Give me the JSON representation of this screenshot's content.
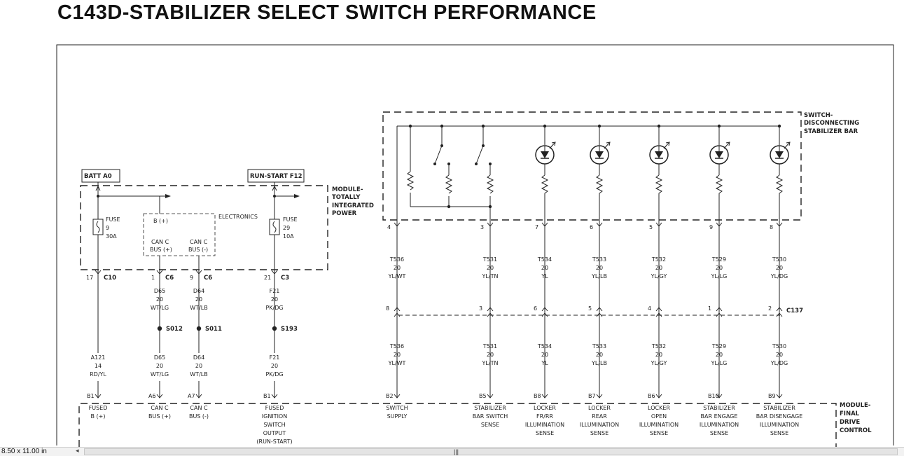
{
  "title": "C143D-STABILIZER SELECT SWITCH PERFORMANCE",
  "status_bar": {
    "page_size": "8.50 x 11.00 in"
  },
  "modules": {
    "tipm": [
      "MODULE-",
      "TOTALLY",
      "INTEGRATED",
      "POWER"
    ],
    "switch": [
      "SWITCH-",
      "DISCONNECTING",
      "STABILIZER BAR"
    ],
    "fdcm": [
      "MODULE-",
      "FINAL",
      "DRIVE",
      "CONTROL"
    ]
  },
  "power_boxes": {
    "batt": "BATT A0",
    "run": "RUN-START  F12"
  },
  "fuses": [
    {
      "l1": "FUSE",
      "l2": "9",
      "l3": "30A"
    },
    {
      "l1": "FUSE",
      "l2": "29",
      "l3": "10A"
    }
  ],
  "electronics": {
    "label": "ELECTRONICS",
    "bplus": "B (+)",
    "can_p1": "CAN C",
    "can_p2": "BUS (+)",
    "can_n1": "CAN C",
    "can_n2": "BUS (-)"
  },
  "tipm_connectors": [
    {
      "pin": "17",
      "conn": "C10"
    },
    {
      "pin": "1",
      "conn": "C6"
    },
    {
      "pin": "9",
      "conn": "C6"
    },
    {
      "pin": "21",
      "conn": "C3"
    }
  ],
  "splices": [
    "S012",
    "S011",
    "S193"
  ],
  "wires_left": [
    {
      "a": "D65",
      "b": "20",
      "c": "WT/LG"
    },
    {
      "a": "D64",
      "b": "20",
      "c": "WT/LB"
    },
    {
      "a": "F21",
      "b": "20",
      "c": "PK/DG"
    }
  ],
  "wires_lower_left": [
    {
      "a": "A121",
      "b": "14",
      "c": "RD/YL"
    },
    {
      "a": "D65",
      "b": "20",
      "c": "WT/LG"
    },
    {
      "a": "D64",
      "b": "20",
      "c": "WT/LB"
    },
    {
      "a": "F21",
      "b": "20",
      "c": "PK/DG"
    }
  ],
  "switch_pins": [
    "4",
    "3",
    "7",
    "6",
    "5",
    "9",
    "8"
  ],
  "right_wires": [
    {
      "a": "T536",
      "b": "20",
      "c": "YL/WT"
    },
    {
      "a": "T531",
      "b": "20",
      "c": "YL/TN"
    },
    {
      "a": "T534",
      "b": "20",
      "c": "YL"
    },
    {
      "a": "T533",
      "b": "20",
      "c": "YL/LB"
    },
    {
      "a": "T532",
      "b": "20",
      "c": "YL/GY"
    },
    {
      "a": "T529",
      "b": "20",
      "c": "YL/LG"
    },
    {
      "a": "T530",
      "b": "20",
      "c": "YL/DG"
    }
  ],
  "c137": {
    "name": "C137",
    "pins": [
      "8",
      "3",
      "6",
      "5",
      "4",
      "1",
      "2"
    ]
  },
  "fdcm_pins": [
    {
      "pin": "B1",
      "l1": "FUSED",
      "l2": "B (+)",
      "l3": "",
      "l4": "",
      "l5": ""
    },
    {
      "pin": "A6",
      "l1": "CAN C",
      "l2": "BUS (+)",
      "l3": "",
      "l4": "",
      "l5": ""
    },
    {
      "pin": "A7",
      "l1": "CAN C",
      "l2": "BUS (-)",
      "l3": "",
      "l4": "",
      "l5": ""
    },
    {
      "pin": "B1",
      "l1": "FUSED",
      "l2": "IGNITION",
      "l3": "SWITCH",
      "l4": "OUTPUT",
      "l5": "(RUN-START)"
    },
    {
      "pin": "B2",
      "l1": "SWITCH",
      "l2": "SUPPLY",
      "l3": "",
      "l4": "",
      "l5": ""
    },
    {
      "pin": "B5",
      "l1": "STABILIZER",
      "l2": "BAR SWITCH",
      "l3": "SENSE",
      "l4": "",
      "l5": ""
    },
    {
      "pin": "B8",
      "l1": "LOCKER",
      "l2": "FR/RR",
      "l3": "ILLUMINATION",
      "l4": "SENSE",
      "l5": ""
    },
    {
      "pin": "B7",
      "l1": "LOCKER",
      "l2": "REAR",
      "l3": "ILLUMINATION",
      "l4": "SENSE",
      "l5": ""
    },
    {
      "pin": "B6",
      "l1": "LOCKER",
      "l2": "OPEN",
      "l3": "ILLUMINATION",
      "l4": "SENSE",
      "l5": ""
    },
    {
      "pin": "B10",
      "l1": "STABILIZER",
      "l2": "BAR ENGAGE",
      "l3": "ILLUMINATION",
      "l4": "SENSE",
      "l5": ""
    },
    {
      "pin": "B9",
      "l1": "STABILIZER",
      "l2": "BAR DISENGAGE",
      "l3": "ILLUMINATION",
      "l4": "SENSE",
      "l5": ""
    }
  ]
}
